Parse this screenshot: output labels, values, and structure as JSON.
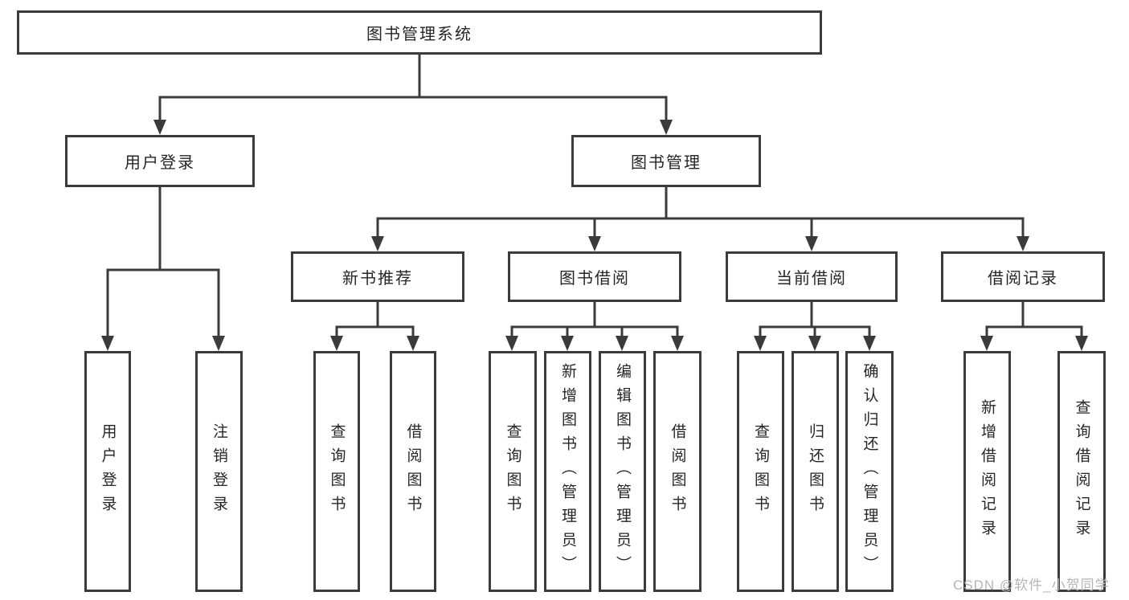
{
  "tree": {
    "label": "图书管理系统",
    "children": [
      {
        "label": "用户登录",
        "children": [
          {
            "label": "用户登录"
          },
          {
            "label": "注销登录"
          }
        ]
      },
      {
        "label": "图书管理",
        "children": [
          {
            "label": "新书推荐",
            "children": [
              {
                "label": "查询图书"
              },
              {
                "label": "借阅图书"
              }
            ]
          },
          {
            "label": "图书借阅",
            "children": [
              {
                "label": "查询图书"
              },
              {
                "label": "新增图书（管理员）"
              },
              {
                "label": "编辑图书（管理员）"
              },
              {
                "label": "借阅图书"
              }
            ]
          },
          {
            "label": "当前借阅",
            "children": [
              {
                "label": "查询图书"
              },
              {
                "label": "归还图书"
              },
              {
                "label": "确认归还（管理员）"
              }
            ]
          },
          {
            "label": "借阅记录",
            "children": [
              {
                "label": "新增借阅记录"
              },
              {
                "label": "查询借阅记录"
              }
            ]
          }
        ]
      }
    ]
  },
  "watermark": {
    "text": "CSDN @软件_小贺同学"
  },
  "colors": {
    "line": "#3b3b3b",
    "text": "#262626",
    "background": "#ffffff",
    "watermark": "#b5b5b5"
  }
}
